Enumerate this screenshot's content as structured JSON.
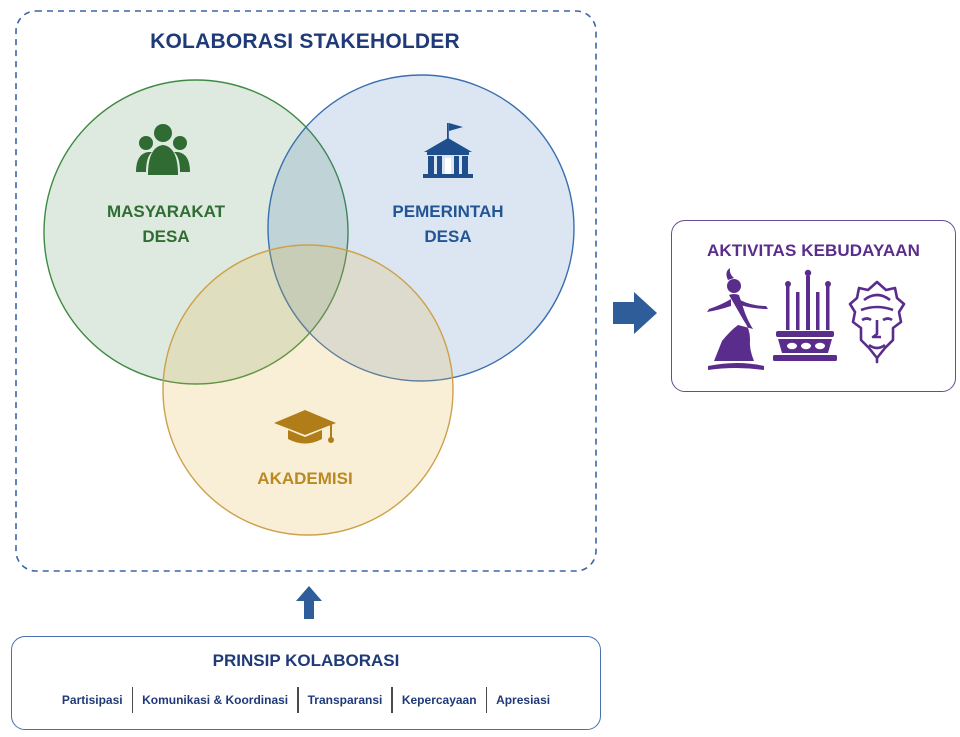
{
  "diagram": {
    "title": "KOLABORASI STAKEHOLDER",
    "circles": [
      {
        "id": "masyarakat",
        "lines": [
          "MASYARAKAT",
          "DESA"
        ],
        "icon": "people-group-icon",
        "color": "#2f6b33"
      },
      {
        "id": "pemerintah",
        "lines": [
          "PEMERINTAH",
          "DESA"
        ],
        "icon": "government-building-icon",
        "color": "#1e4f8c"
      },
      {
        "id": "akademisi",
        "lines": [
          "AKADEMISI"
        ],
        "icon": "graduation-cap-icon",
        "color": "#b07d18"
      }
    ],
    "principles": {
      "title": "PRINSIP KOLABORASI",
      "items": [
        "Partisipasi",
        "Komunikasi & Koordinasi",
        "Transparansi",
        "Kepercayaan",
        "Apresiasi"
      ]
    },
    "activities": {
      "title": "AKTIVITAS KEBUDAYAAN",
      "icons": [
        "dancer-icon",
        "gamelan-instrument-icon",
        "wayang-mask-icon"
      ],
      "color": "#5a2d8c"
    },
    "accent": "#2f5d9a"
  }
}
